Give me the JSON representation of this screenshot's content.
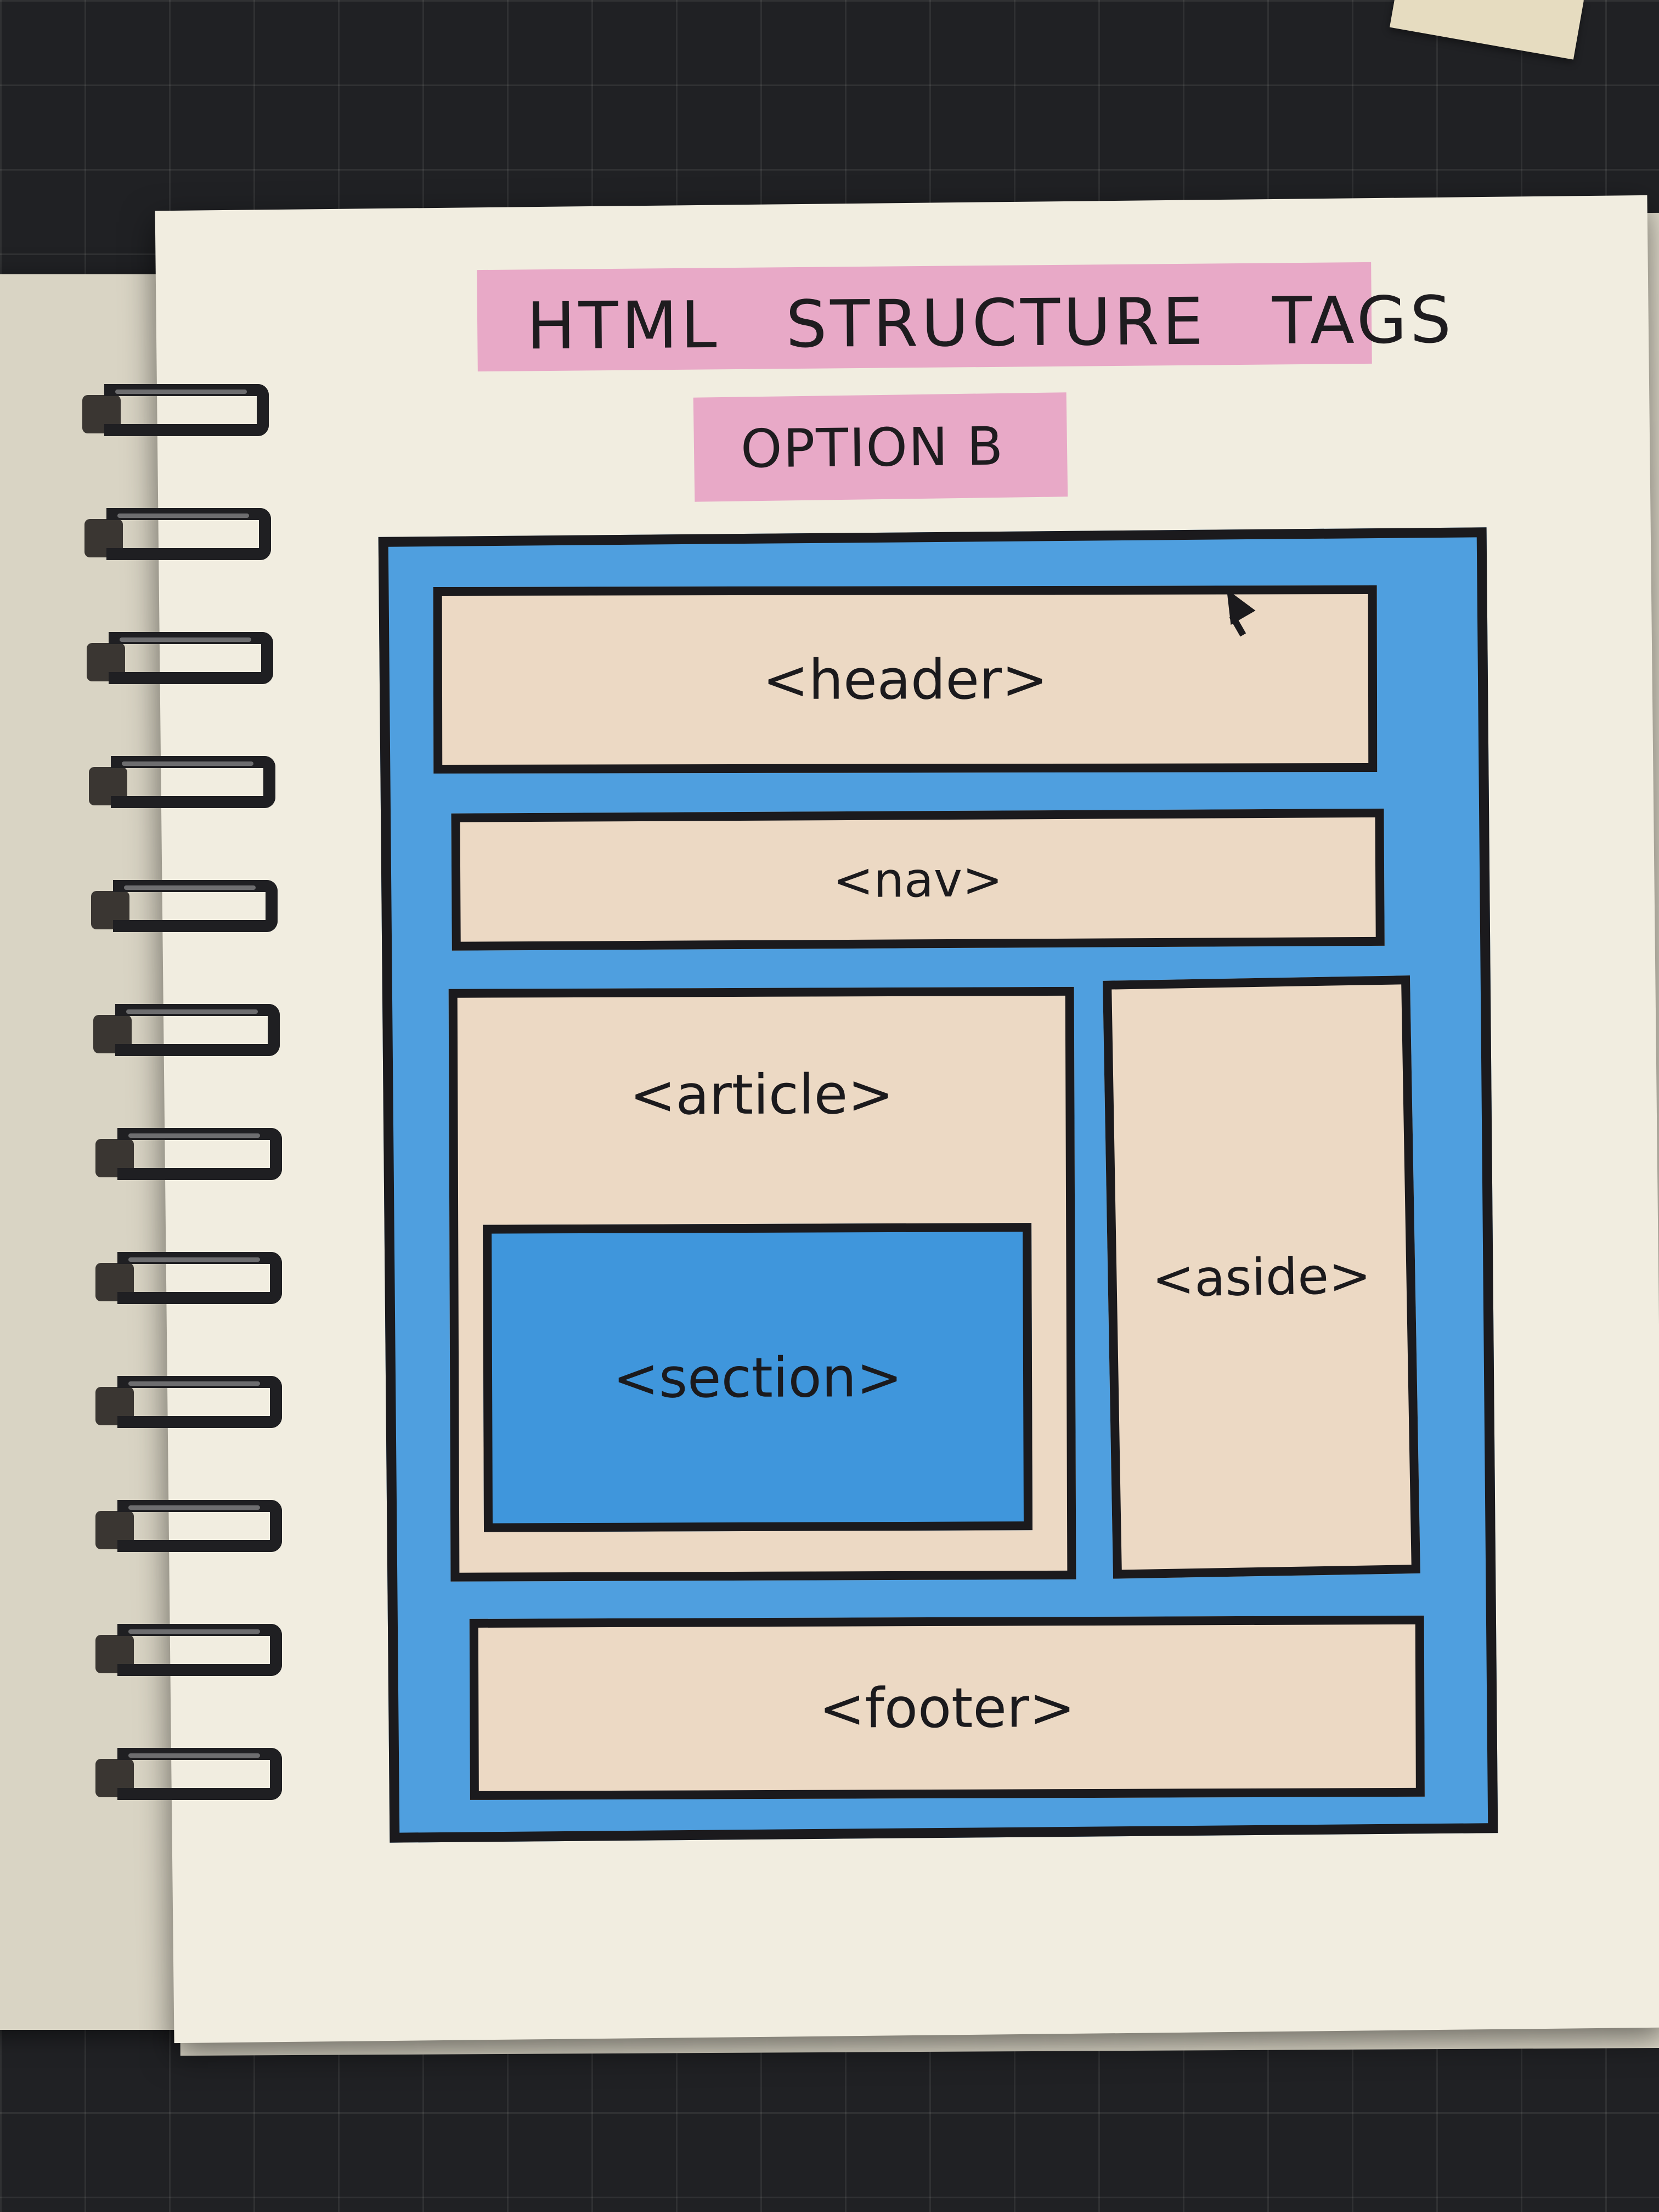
{
  "title": {
    "words": [
      "HTML",
      "STRUCTURE",
      "TAGS"
    ],
    "subtitle": "OPTION B"
  },
  "diagram": {
    "header": "<header>",
    "nav": "<nav>",
    "article": "<article>",
    "section": "<section>",
    "aside": "<aside>",
    "footer": "<footer>"
  },
  "colors": {
    "highlight": "#e7a3c4",
    "container_blue": "#4f9fdf",
    "section_blue": "#3f96dc",
    "box_tan": "#ecd9c4",
    "ink": "#1b1a1d",
    "paper": "#f1ede0"
  },
  "icons": [
    "spiral-binding-icon",
    "mouse-cursor-icon"
  ]
}
